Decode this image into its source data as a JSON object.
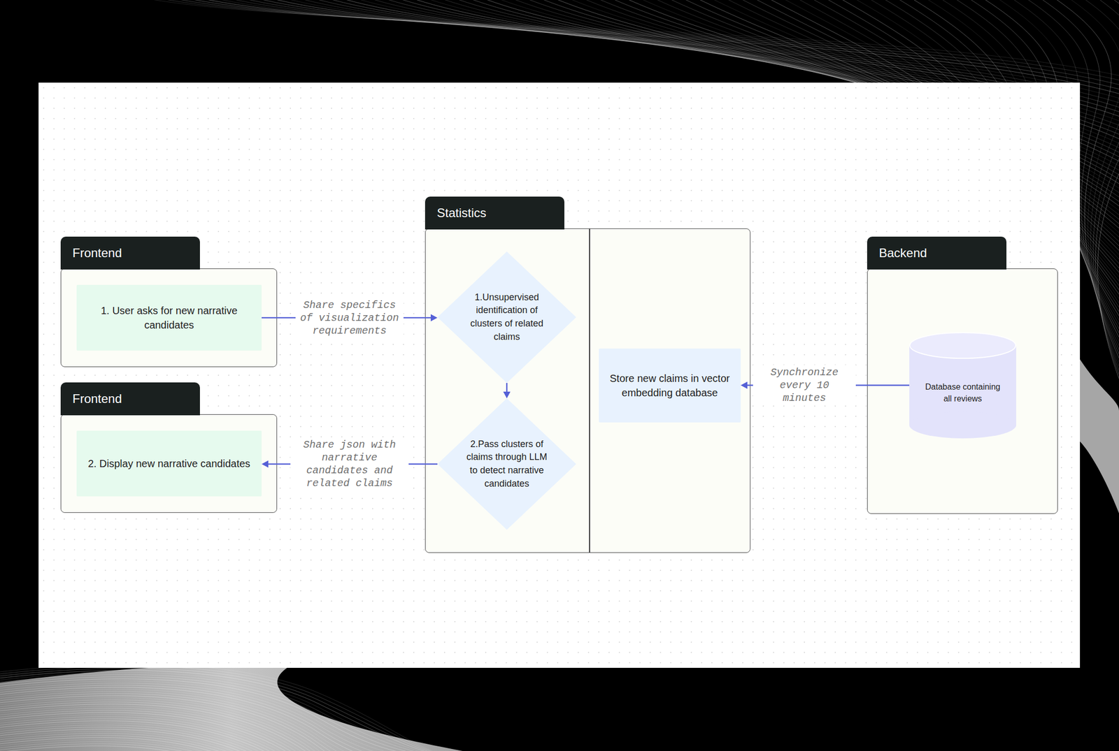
{
  "diagram": {
    "nodes": [
      {
        "text": [
          "Frontend"
        ]
      },
      {
        "text": [
          "1. User asks for new narrative candidates"
        ],
        "in": 0
      },
      {
        "text": [
          "Frontend"
        ]
      },
      {
        "text": [
          "2. Display new narrative candidates"
        ],
        "in": 2
      },
      {
        "text": [
          "Statistics"
        ]
      },
      {
        "text": [
          "1.Unsupervised identification of clusters of related claims"
        ],
        "in": 4
      },
      {
        "text": [
          "2.Pass clusters of claims through LLM to detect narrative candidates"
        ],
        "in": 4
      },
      {
        "text": [
          "Store new claims in vector embedding database"
        ],
        "in": 4
      },
      {
        "text": [
          "Backend"
        ]
      },
      {
        "text": [
          "Database containing all reviews"
        ],
        "in": 8
      }
    ],
    "edges": [
      {
        "from": 1,
        "to": 5,
        "label": "Share specifics of visualization requirements",
        "arrow": "to"
      },
      {
        "from": 5,
        "to": 6,
        "arrow": "to"
      },
      {
        "from": 6,
        "to": 3,
        "label": "Share json with narrative candidates and related claims",
        "arrow": "to"
      },
      {
        "from": 9,
        "to": 7,
        "label": "Synchronize every 10 minutes",
        "arrow": "to"
      }
    ]
  }
}
